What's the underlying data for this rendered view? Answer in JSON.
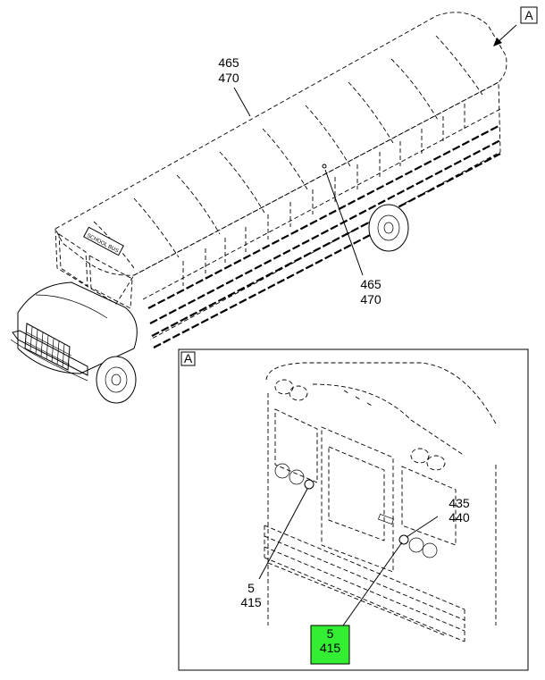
{
  "view_label_main": "A",
  "detail": {
    "label": "A",
    "callouts": [
      {
        "line1": "435",
        "line2": "440"
      },
      {
        "line1": "5",
        "line2": "415"
      },
      {
        "line1": "5",
        "line2": "415"
      }
    ],
    "highlight_color": "#33ee33"
  },
  "main_callouts": [
    {
      "line1": "465",
      "line2": "470"
    },
    {
      "line1": "465",
      "line2": "470"
    }
  ],
  "bus_sign": "SCHOOL BUS"
}
